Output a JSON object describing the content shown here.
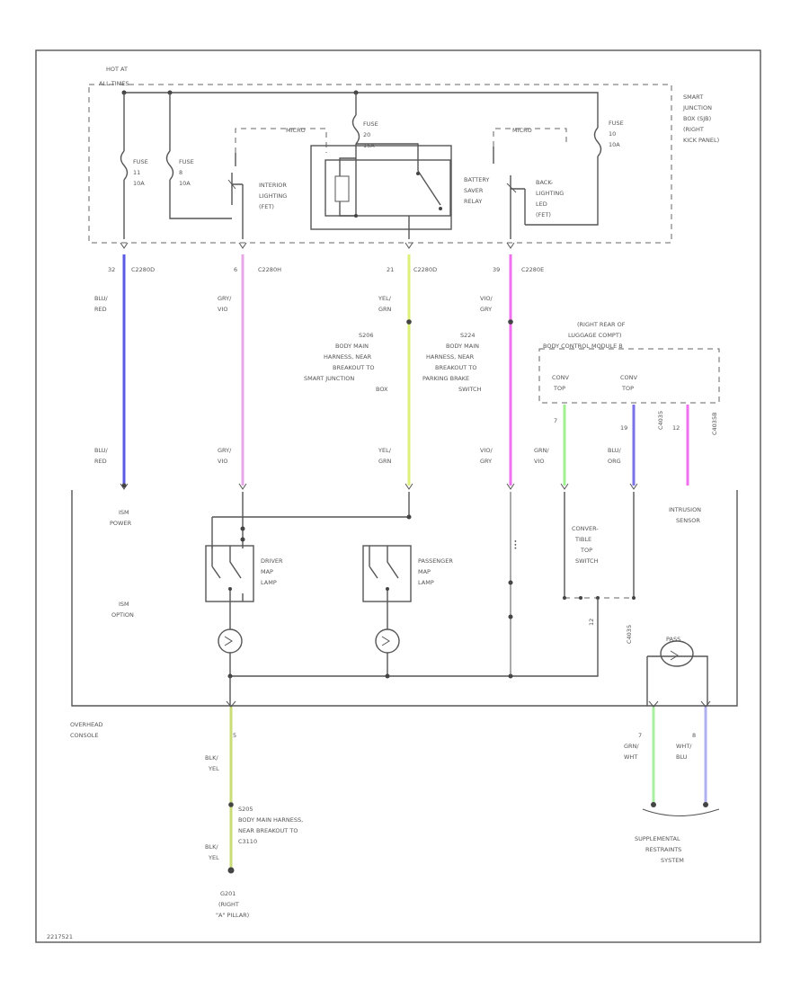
{
  "diagram": {
    "hot_at_all_times": [
      "HOT AT",
      "ALL TIMES"
    ],
    "sjb_label": [
      "SMART",
      "JUNCTION",
      "BOX (SJB)",
      "(RIGHT",
      "KICK PANEL)"
    ],
    "fuses": [
      {
        "lines": [
          "FUSE",
          "11",
          "10A"
        ]
      },
      {
        "lines": [
          "FUSE",
          "8",
          "10A"
        ]
      },
      {
        "lines": [
          "FUSE",
          "20",
          "15A"
        ]
      },
      {
        "lines": [
          "FUSE",
          "10",
          "10A"
        ]
      }
    ],
    "micro_labels": [
      "MICRO",
      "MICRO"
    ],
    "interior_lighting": [
      "INTERIOR",
      "LIGHTING",
      "(FET)"
    ],
    "battery_saver_relay": [
      "BATTERY",
      "SAVER",
      "RELAY"
    ],
    "backlighting": [
      "BACK-",
      "LIGHTING",
      "LED",
      "(FET)"
    ],
    "connectors": [
      {
        "pin": "32",
        "name": "C2280D"
      },
      {
        "pin": "6",
        "name": "C2280H"
      },
      {
        "pin": "21",
        "name": "C2280D"
      },
      {
        "pin": "39",
        "name": "C2280E"
      }
    ],
    "wire_colors": {
      "blu_red": [
        "BLU/",
        "RED"
      ],
      "gry_vio": [
        "GRY/",
        "VIO"
      ],
      "yel_grn": [
        "YEL/",
        "GRN"
      ],
      "vio_gry": [
        "VIO/",
        "GRY"
      ],
      "grn_vio": [
        "GRN/",
        "VIO"
      ],
      "blu_org": [
        "BLU/",
        "ORG"
      ],
      "blk_yel": [
        "BLK/",
        "YEL"
      ],
      "grn_wht": [
        "GRN/",
        "WHT"
      ],
      "wht_blu": [
        "WHT/",
        "BLU"
      ]
    },
    "splice_s206": [
      "S206",
      "BODY MAIN",
      "HARNESS, NEAR",
      "BREAKOUT TO",
      "SMART JUNCTION",
      "BOX"
    ],
    "splice_s224": [
      "S224",
      "BODY MAIN",
      "HARNESS, NEAR",
      "BREAKOUT TO",
      "PARKING BRAKE",
      "SWITCH"
    ],
    "rcm_label": [
      "(RIGHT REAR OF",
      "LUGGAGE COMPT)",
      "BODY CONTROL MODULE B"
    ],
    "rcm_convtop": [
      "CONV",
      "TOP"
    ],
    "rcm_pins": [
      "7",
      "19",
      "12"
    ],
    "rcm_pin_names": [
      "C4035",
      "C4035B"
    ],
    "illum_power": [
      "ISM",
      "POWER"
    ],
    "ism_option": [
      "ISM",
      "OPTION"
    ],
    "driver_map_lamp": [
      "DRIVER",
      "MAP",
      "LAMP"
    ],
    "passenger_map_lamp": [
      "PASSENGER",
      "MAP",
      "LAMP"
    ],
    "convertible_top_switch": [
      "CONVER-",
      "TIBLE",
      "TOP",
      "SWITCH"
    ],
    "intrusion_sensor": [
      "INTRUSION",
      "SENSOR"
    ],
    "overhead_console": [
      "OVERHEAD",
      "CONSOLE"
    ],
    "pass_label": "PASS",
    "pins_bottom": [
      "5",
      "7",
      "8"
    ],
    "splice_s205": [
      "S205",
      "BODY MAIN HARNESS,",
      "NEAR BREAKOUT TO",
      "C3110"
    ],
    "ground_g201": [
      "G201",
      "(RIGHT",
      "\"A\" PILLAR)"
    ],
    "supplemental_restraints": [
      "SUPPLEMENTAL",
      "RESTRAINTS",
      "SYSTEM"
    ],
    "diagram_id": "2217521",
    "wire_colors_hex": {
      "blue": "#5a5ae6",
      "pink": "#e8a8e8",
      "yellowgreen": "#dff07a",
      "magenta": "#f070f0",
      "green": "#a0f090",
      "violet": "#7a72e6",
      "lavender": "#b0b0f0",
      "yellowblack": "#c8dc78",
      "greenwht": "#a8f0a0"
    }
  }
}
